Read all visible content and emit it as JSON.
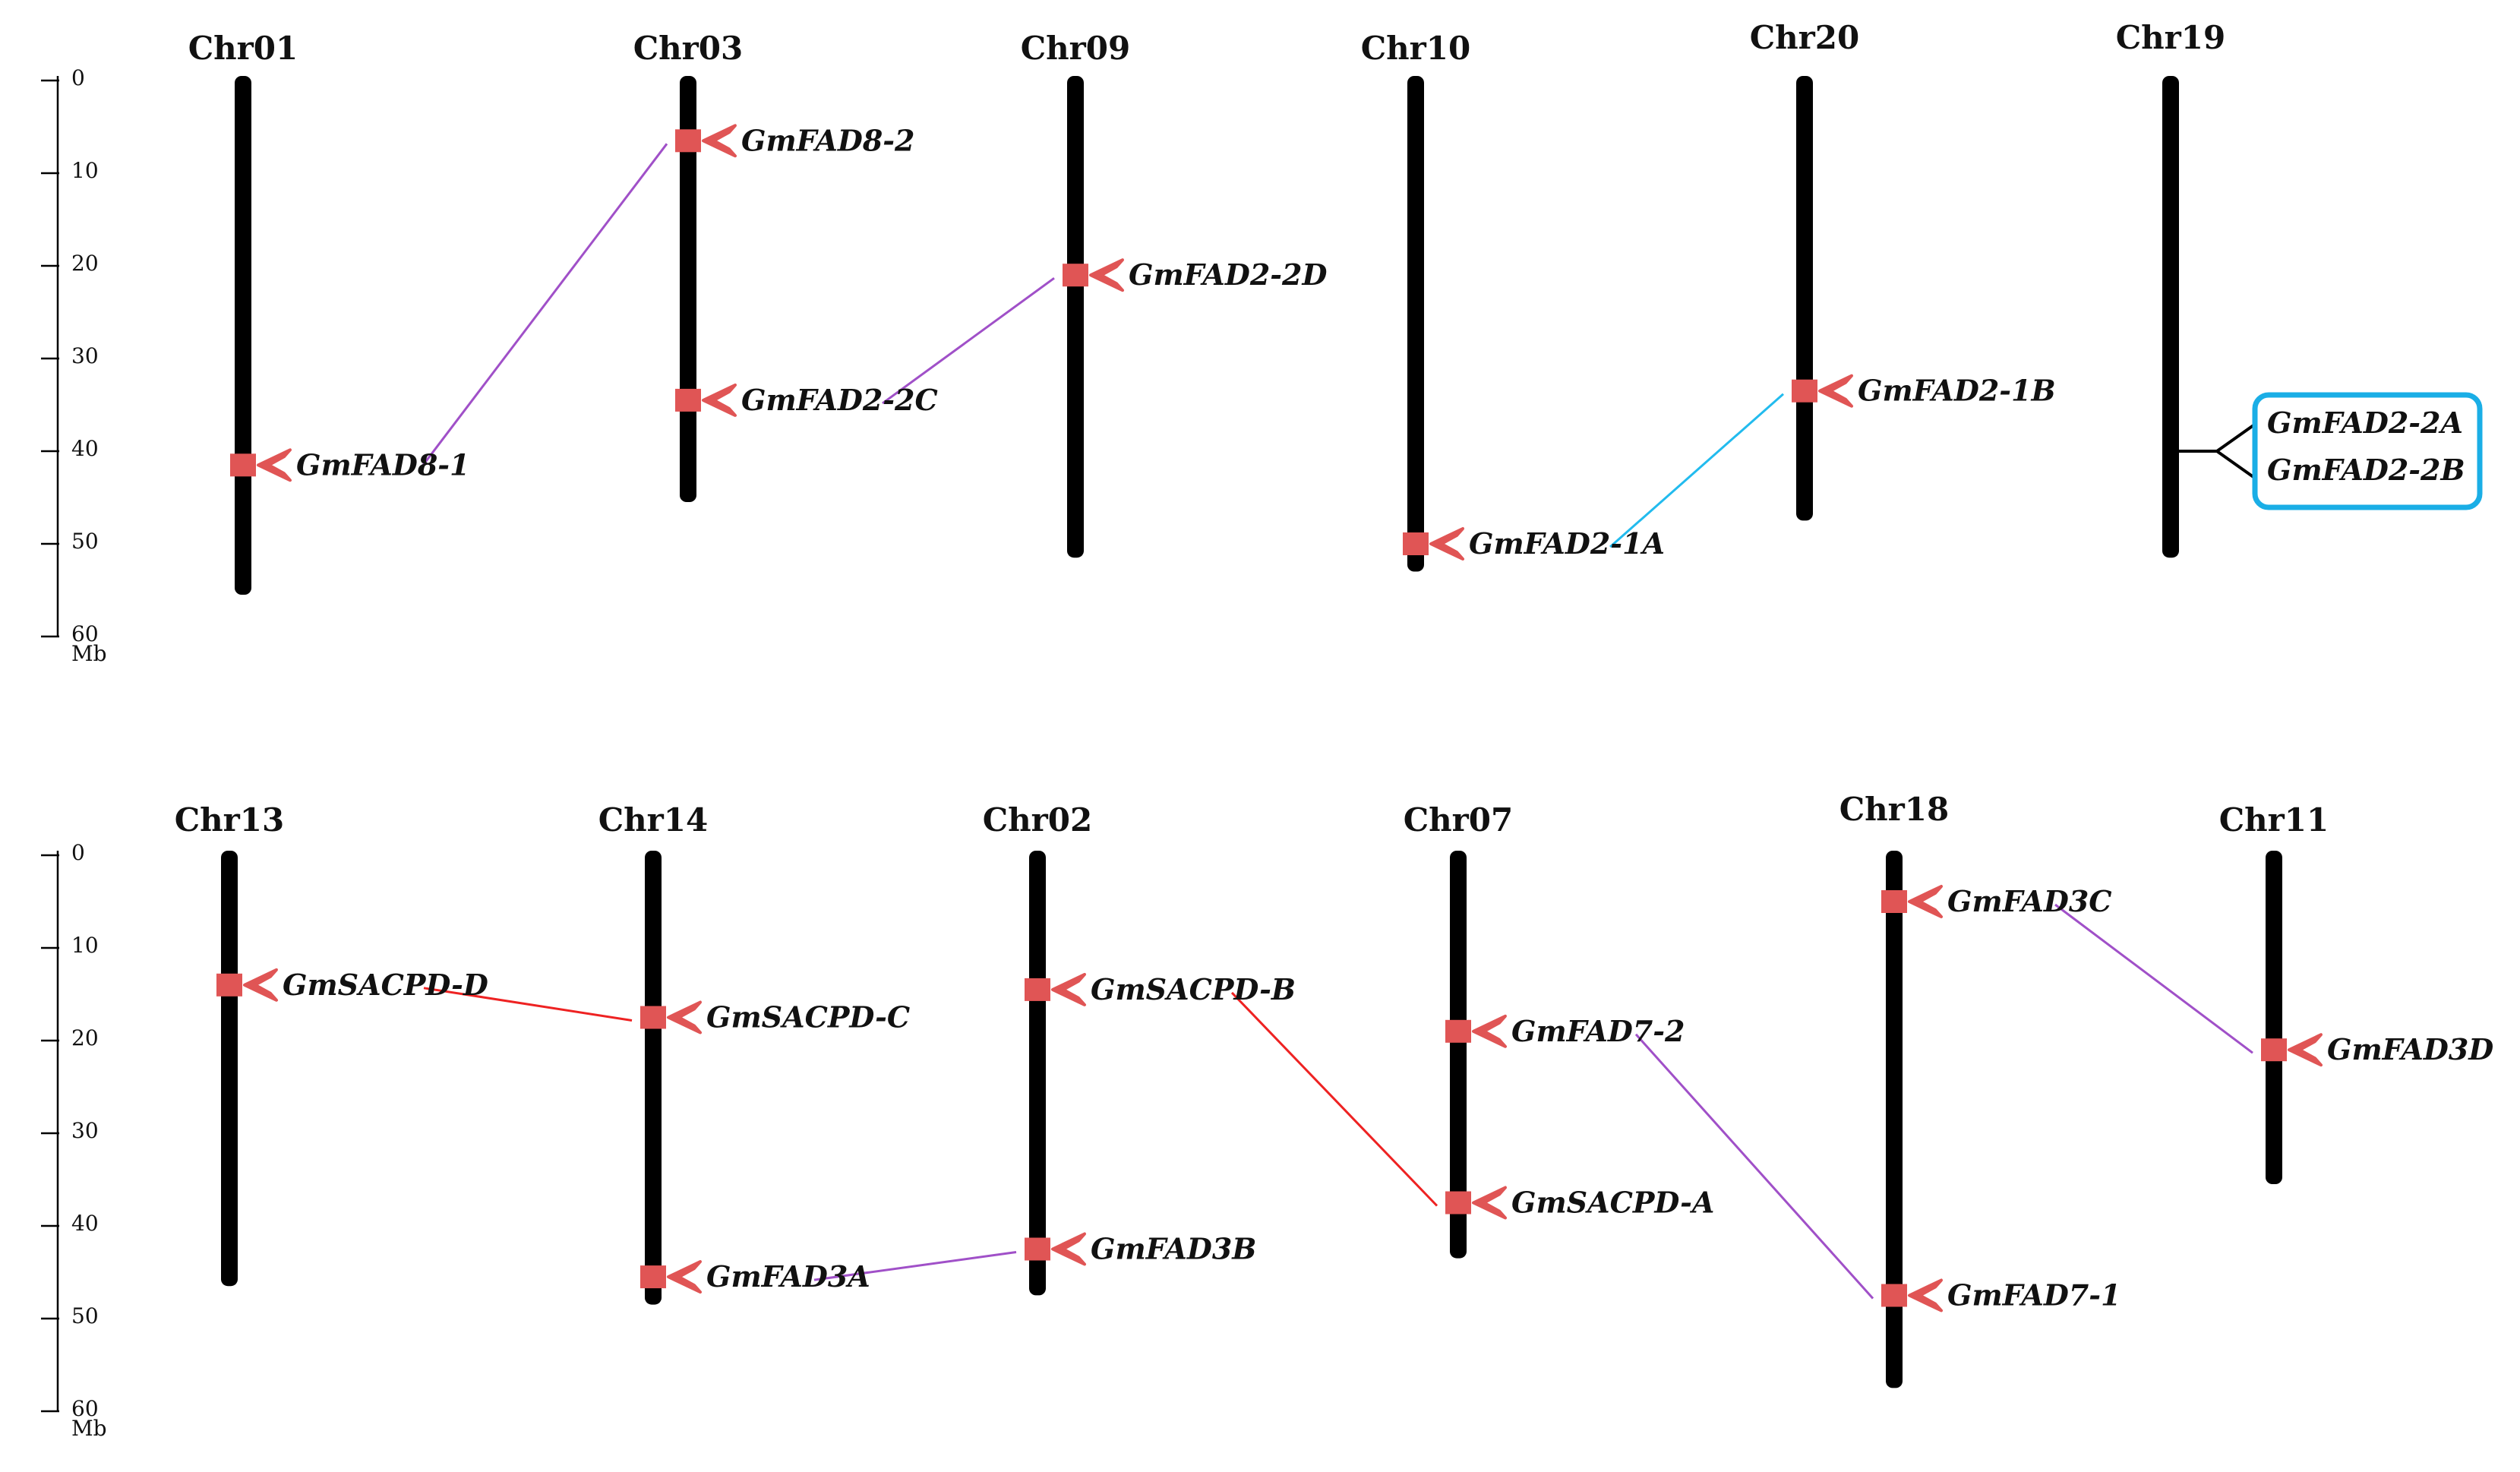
{
  "colors": {
    "chromosome": "#000000",
    "marker": "#e05555",
    "arrow": "#e05555",
    "link_purple": "#a050c8",
    "link_red": "#ee2222",
    "link_cyan": "#22bbee",
    "box_border": "#1aaee6"
  },
  "scale": {
    "ticks": [
      "0",
      "10",
      "20",
      "30",
      "40",
      "50",
      "60"
    ],
    "unit": "Mb"
  },
  "panels": [
    {
      "id": "top",
      "chromosomes": [
        {
          "name": "Chr01",
          "length": 55,
          "genes": [
            {
              "label": "GmFAD8-1",
              "pos": 41.5
            }
          ]
        },
        {
          "name": "Chr03",
          "length": 45,
          "genes": [
            {
              "label": "GmFAD8-2",
              "pos": 6.5
            },
            {
              "label": "GmFAD2-2C",
              "pos": 34.5
            }
          ]
        },
        {
          "name": "Chr09",
          "length": 51,
          "genes": [
            {
              "label": "GmFAD2-2D",
              "pos": 21
            }
          ]
        },
        {
          "name": "Chr10",
          "length": 52.5,
          "genes": [
            {
              "label": "GmFAD2-1A",
              "pos": 50
            }
          ]
        },
        {
          "name": "Chr20",
          "length": 47,
          "genes": [
            {
              "label": "GmFAD2-1B",
              "pos": 33.5
            }
          ]
        },
        {
          "name": "Chr19",
          "length": 51,
          "boxed_genes": {
            "pos": 40,
            "labels": [
              "GmFAD2-2A",
              "GmFAD2-2B"
            ]
          }
        }
      ],
      "links": [
        {
          "from": "GmFAD8-1",
          "to": "GmFAD8-2",
          "color": "purple"
        },
        {
          "from": "GmFAD2-2C",
          "to": "GmFAD2-2D",
          "color": "purple"
        },
        {
          "from": "GmFAD2-1A",
          "to": "GmFAD2-1B",
          "color": "cyan"
        }
      ]
    },
    {
      "id": "bottom",
      "chromosomes": [
        {
          "name": "Chr13",
          "length": 46,
          "genes": [
            {
              "label": "GmSACPD-D",
              "pos": 14
            }
          ]
        },
        {
          "name": "Chr14",
          "length": 48,
          "genes": [
            {
              "label": "GmSACPD-C",
              "pos": 17.5
            },
            {
              "label": "GmFAD3A",
              "pos": 45.5
            }
          ]
        },
        {
          "name": "Chr02",
          "length": 47,
          "genes": [
            {
              "label": "GmSACPD-B",
              "pos": 14.5
            },
            {
              "label": "GmFAD3B",
              "pos": 42.5
            }
          ]
        },
        {
          "name": "Chr07",
          "length": 43,
          "genes": [
            {
              "label": "GmFAD7-2",
              "pos": 19
            },
            {
              "label": "GmSACPD-A",
              "pos": 37.5
            }
          ]
        },
        {
          "name": "Chr18",
          "length": 57,
          "genes": [
            {
              "label": "GmFAD3C",
              "pos": 5
            },
            {
              "label": "GmFAD7-1",
              "pos": 47.5
            }
          ]
        },
        {
          "name": "Chr11",
          "length": 35,
          "genes": [
            {
              "label": "GmFAD3D",
              "pos": 21
            }
          ]
        }
      ],
      "links": [
        {
          "from": "GmSACPD-D",
          "to": "GmSACPD-C",
          "color": "red"
        },
        {
          "from": "GmFAD3A",
          "to": "GmFAD3B",
          "color": "purple"
        },
        {
          "from": "GmSACPD-B",
          "to": "GmSACPD-A",
          "color": "red"
        },
        {
          "from": "GmFAD7-2",
          "to": "GmFAD7-1",
          "color": "purple"
        },
        {
          "from": "GmFAD3C",
          "to": "GmFAD3D",
          "color": "purple"
        }
      ]
    }
  ]
}
